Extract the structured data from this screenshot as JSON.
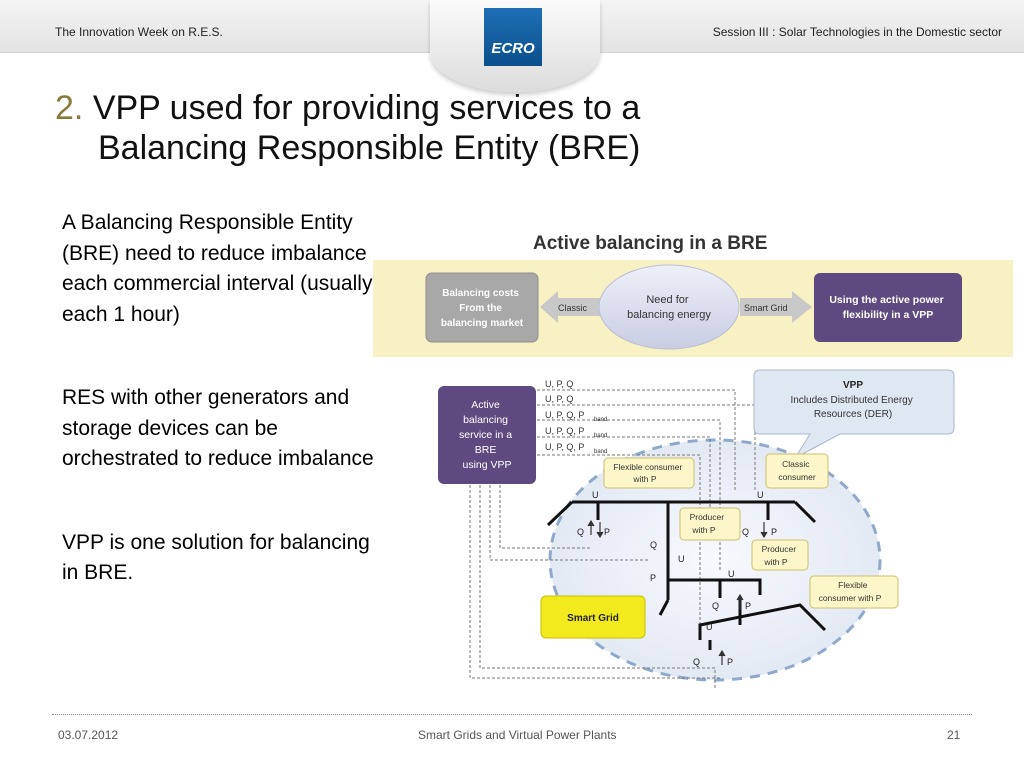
{
  "header": {
    "left": "The Innovation Week on R.E.S.",
    "right": "Session III : Solar Technologies in the Domestic sector",
    "logo": "ECRO"
  },
  "title": {
    "number": "2.",
    "line1": "VPP used for providing services to a",
    "line2": "Balancing Responsible Entity (BRE)"
  },
  "body": {
    "p1": "A Balancing Responsible Entity (BRE) need to reduce imbalance each commercial interval (usually each 1 hour)",
    "p2": "RES with other generators and storage devices can be orchestrated to reduce imbalance",
    "p3": "VPP is one solution for balancing in BRE."
  },
  "diagram": {
    "title": "Active balancing in a BRE",
    "box_left": [
      "Balancing costs",
      "From the",
      "balancing market"
    ],
    "classic": "Classic",
    "ellipse": [
      "Need for",
      "balancing energy"
    ],
    "smart_grid_arrow": "Smart Grid",
    "box_right": [
      "Using the active power",
      "flexibility in a VPP"
    ],
    "active_box": [
      "Active",
      "balancing",
      "service in a",
      "BRE",
      "using VPP"
    ],
    "signals": [
      "U, P, Q",
      "U, P, Q",
      "U, P, Q, P",
      "U, P, Q, P",
      "U, P, Q, P"
    ],
    "band": "band",
    "vpp_title": "VPP",
    "vpp_desc": [
      "Includes Distributed Energy",
      "Resources (DER)"
    ],
    "flex1": [
      "Flexible consumer",
      "with P"
    ],
    "classic_consumer": [
      "Classic",
      "consumer"
    ],
    "producer1": [
      "Producer",
      "with P"
    ],
    "producer2": [
      "Producer",
      "with P"
    ],
    "flex2": [
      "Flexible",
      "consumer with P"
    ],
    "smart_grid_box": "Smart Grid",
    "labels": {
      "Us": "U",
      "Ui": "U",
      "Qs": "Q",
      "Ps": "P",
      "Qi": "Q",
      "Pi": "P",
      "Qj": "Q",
      "Uj": "U",
      "Pj": "P",
      "Uk": "U",
      "Qk": "Q",
      "Pk": "P",
      "Um": "U",
      "Qm": "Q",
      "Pm": "P"
    }
  },
  "footer": {
    "date": "03.07.2012",
    "center": "Smart Grids and Virtual Power Plants",
    "page": "21"
  },
  "colors": {
    "title_number": "#8a7a3a",
    "purple_box": "#5e4a80",
    "grey_box": "#a8a8a8",
    "yellow_band": "#f8f1c4",
    "smart_grid_yellow": "#f2ea1c"
  }
}
